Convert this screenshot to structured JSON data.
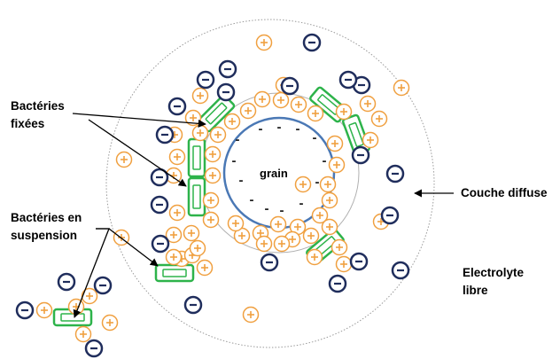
{
  "labels": {
    "bacteries_fixees": [
      "Bactéries",
      "fixées"
    ],
    "bacteries_suspension": [
      "Bactéries en",
      "suspension"
    ],
    "grain": "grain",
    "couche_diffuse": "Couche diffuse",
    "electrolyte_libre": [
      "Electrolyte",
      "libre"
    ]
  },
  "symbols": {
    "cation": "+",
    "anion": "−",
    "grain_charge": "-"
  },
  "colors": {
    "cation": "#f0a040",
    "anion": "#1f2d5c",
    "bacteria": "#2db34a",
    "grain_border": "#4a78b5",
    "outer_boundary": "#9a9a9a",
    "arrow": "#000000"
  }
}
